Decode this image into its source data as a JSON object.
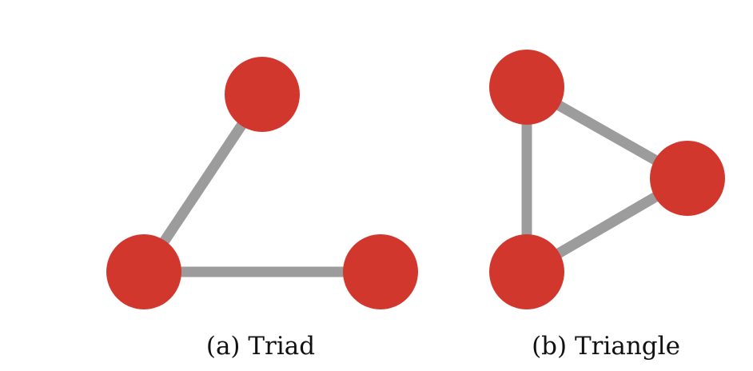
{
  "colors": {
    "node": "#D2372E",
    "edge": "#9C9C9C",
    "text": "#111111",
    "background": "#FFFFFF"
  },
  "panels": [
    {
      "id": "triad",
      "caption": "(a) Triad",
      "nodes": [
        "top",
        "bottom-left",
        "bottom-right"
      ],
      "edges": [
        [
          "top",
          "bottom-left"
        ],
        [
          "bottom-left",
          "bottom-right"
        ]
      ]
    },
    {
      "id": "triangle",
      "caption": "(b) Triangle",
      "nodes": [
        "top-left",
        "right",
        "bottom-left"
      ],
      "edges": [
        [
          "top-left",
          "right"
        ],
        [
          "right",
          "bottom-left"
        ],
        [
          "top-left",
          "bottom-left"
        ]
      ]
    }
  ]
}
